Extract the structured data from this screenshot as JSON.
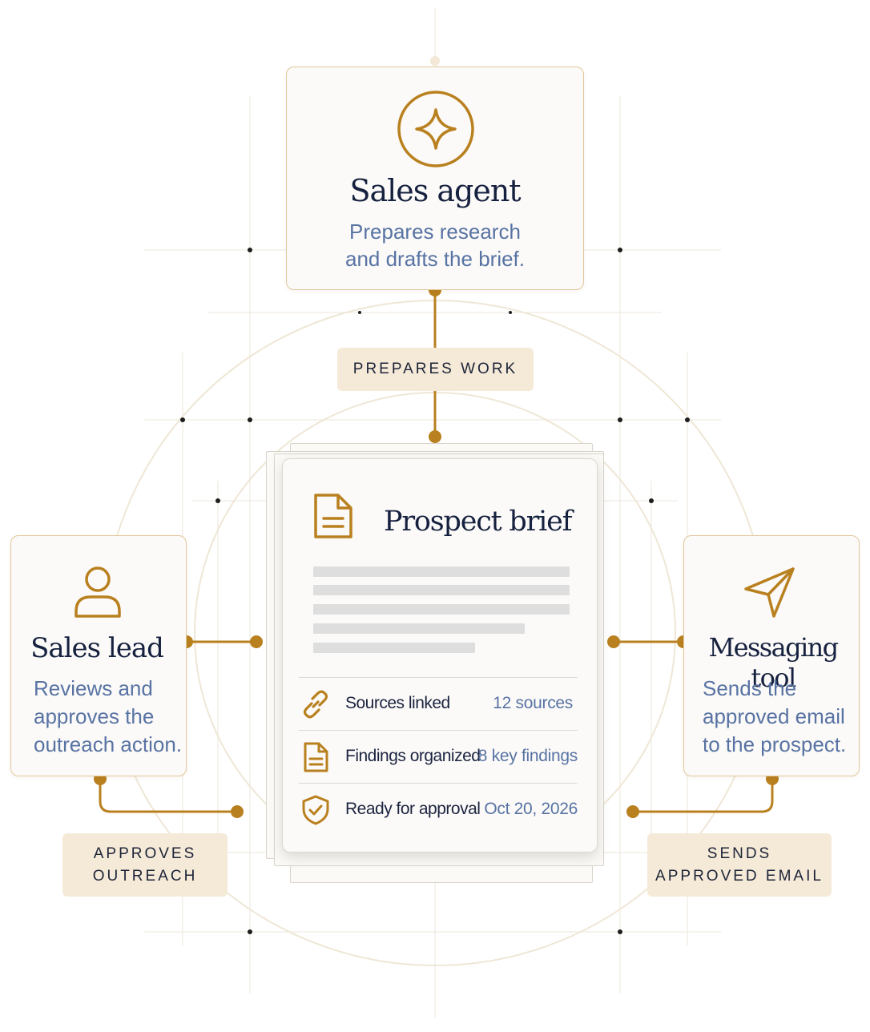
{
  "nodes": {
    "sales_agent": {
      "title": "Sales agent",
      "description": [
        "Prepares research",
        "and drafts the brief."
      ],
      "icon": "sparkle-icon"
    },
    "sales_lead": {
      "title": "Sales lead",
      "description": [
        "Reviews and",
        "approves the",
        "outreach action."
      ],
      "icon": "user-icon"
    },
    "messaging_tool": {
      "title": "Messaging tool",
      "description": [
        "Sends the",
        "approved email",
        "to the prospect."
      ],
      "icon": "send-icon"
    }
  },
  "edges": {
    "prepares": [
      "PREPARES WORK"
    ],
    "approves": [
      "APPROVES",
      "OUTREACH"
    ],
    "sends": [
      "SENDS",
      "APPROVED EMAIL"
    ]
  },
  "brief": {
    "title": "Prospect brief",
    "icon": "document-icon",
    "rows": [
      {
        "icon": "link-icon",
        "label": "Sources linked",
        "value": "12 sources"
      },
      {
        "icon": "document-icon",
        "label": "Findings organized",
        "value": "8 key findings"
      },
      {
        "icon": "shield-check-icon",
        "label": "Ready for approval",
        "value": "Oct 20, 2026"
      }
    ]
  },
  "colors": {
    "accent": "#b9801f",
    "title": "#16213f",
    "description": "#5873a3",
    "pill": "#f5ead8",
    "card_border": "#e2c79b"
  }
}
